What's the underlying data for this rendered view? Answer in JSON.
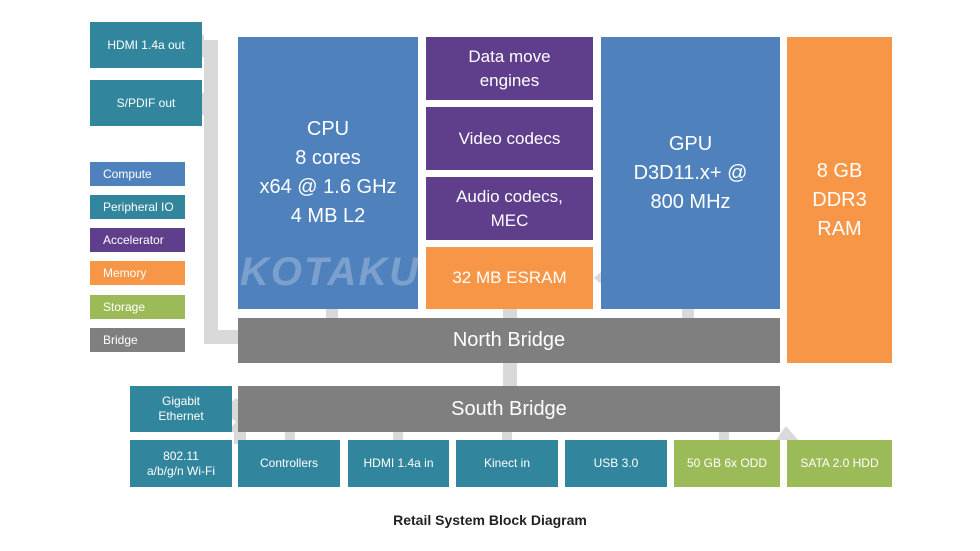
{
  "outputs": {
    "hdmi_out": "HDMI 1.4a out",
    "spdif_out": "S/PDIF out"
  },
  "legend": [
    {
      "label": "Compute",
      "color": "#4f81bd"
    },
    {
      "label": "Peripheral IO",
      "color": "#31859c"
    },
    {
      "label": "Accelerator",
      "color": "#5f3f8c"
    },
    {
      "label": "Memory",
      "color": "#f79646"
    },
    {
      "label": "Storage",
      "color": "#9bbb59"
    },
    {
      "label": "Bridge",
      "color": "#7f7f7f"
    }
  ],
  "cpu": "CPU\n8 cores\nx64 @ 1.6 GHz\n4 MB L2",
  "accelerators": {
    "data_move": "Data move\nengines",
    "video": "Video codecs",
    "audio": "Audio codecs,\nMEC"
  },
  "esram": "32 MB ESRAM",
  "gpu": "GPU\nD3D11.x+ @\n800 MHz",
  "ram": "8 GB\nDDR3\nRAM",
  "north_bridge": "North Bridge",
  "south_bridge": "South Bridge",
  "peripherals": {
    "ethernet": "Gigabit\nEthernet",
    "wifi": "802.11\na/b/g/n Wi-Fi",
    "controllers": "Controllers",
    "hdmi_in": "HDMI 1.4a in",
    "kinect": "Kinect in",
    "usb": "USB 3.0",
    "odd": "50 GB 6x ODD",
    "hdd": "SATA 2.0 HDD"
  },
  "watermark": "KOTAKU",
  "caption": "Retail System Block Diagram"
}
